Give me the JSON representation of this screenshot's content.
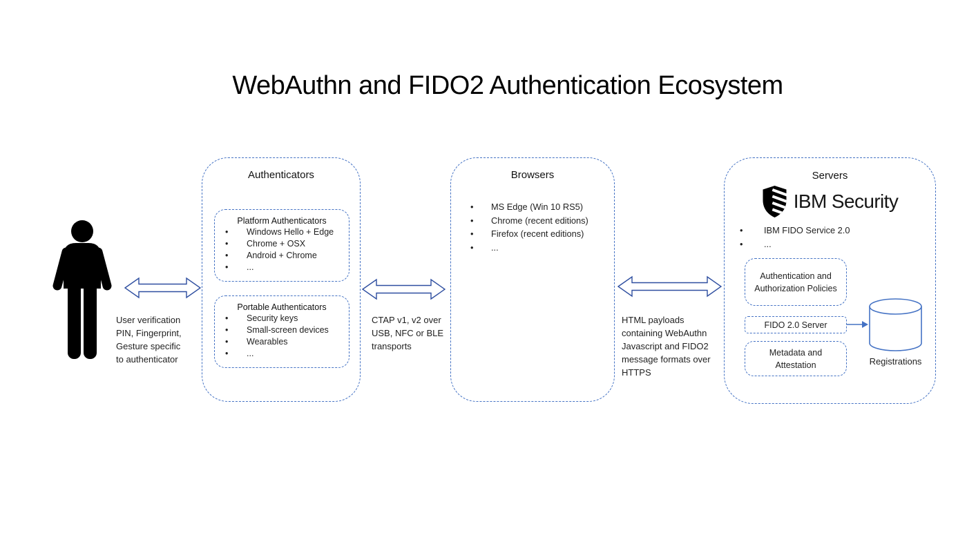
{
  "title": "WebAuthn and FIDO2 Authentication Ecosystem",
  "colors": {
    "box_border_blue": "#4472C4",
    "arrow_outline_blue": "#2E4EA0",
    "database_blue": "#4472C4",
    "icon_black": "#000000"
  },
  "user": {
    "icon": "person-silhouette-icon",
    "label_lines": [
      "User verification",
      "PIN, Fingerprint,",
      "Gesture specific",
      "to authenticator"
    ]
  },
  "flows": {
    "user_to_authenticators": {
      "icon": "double-arrow-icon",
      "label_lines": []
    },
    "ctap": {
      "icon": "double-arrow-icon",
      "label_lines": [
        "CTAP v1, v2 over",
        "USB, NFC or BLE",
        "transports"
      ]
    },
    "https": {
      "icon": "double-arrow-icon",
      "label_lines": [
        "HTML payloads",
        "containing WebAuthn",
        "Javascript and FIDO2",
        "message formats over",
        "HTTPS"
      ]
    }
  },
  "authenticators": {
    "title": "Authenticators",
    "platform": {
      "title": "Platform Authenticators",
      "items": [
        "Windows Hello + Edge",
        "Chrome + OSX",
        "Android + Chrome",
        "..."
      ]
    },
    "portable": {
      "title": "Portable Authenticators",
      "items": [
        "Security keys",
        "Small-screen devices",
        "Wearables",
        "..."
      ]
    }
  },
  "browsers": {
    "title": "Browsers",
    "items": [
      "MS Edge (Win 10 RS5)",
      "Chrome (recent editions)",
      "Firefox (recent editions)",
      "..."
    ]
  },
  "servers": {
    "title": "Servers",
    "logo": {
      "icon": "ibm-security-shield-icon",
      "text": "IBM Security"
    },
    "items": [
      "IBM FIDO Service 2.0",
      "..."
    ],
    "policy_box": "Authentication and Authorization Policies",
    "fido_box": "FIDO 2.0 Server",
    "metadata_box": "Metadata and Attestation",
    "database": {
      "icon": "database-cylinder-icon",
      "label": "Registrations"
    }
  }
}
